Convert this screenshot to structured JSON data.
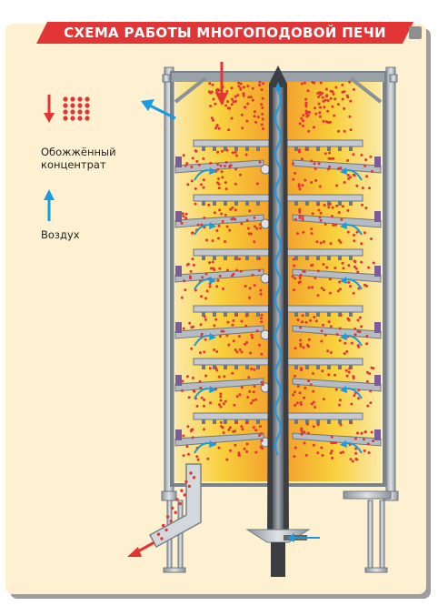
{
  "title": "СХЕМА РАБОТЫ МНОГОПОДОВОЙ ПЕЧИ",
  "legend": {
    "items": [
      {
        "label": "Обожжённый концентрат",
        "icon": "red-arrow-and-dots-icon",
        "color": "#e23535"
      },
      {
        "label": "Воздух",
        "icon": "blue-arrow-icon",
        "color": "#1a9be0"
      }
    ]
  },
  "colors": {
    "background": "#fdf1d2",
    "title_bar": "#e23535",
    "material_red": "#e23535",
    "air_blue": "#1a9be0",
    "flame_yellow": "#f9cf3a",
    "flame_orange": "#f29a2a",
    "steel": "#b5bcc3",
    "shaft": "#3b3f44"
  }
}
